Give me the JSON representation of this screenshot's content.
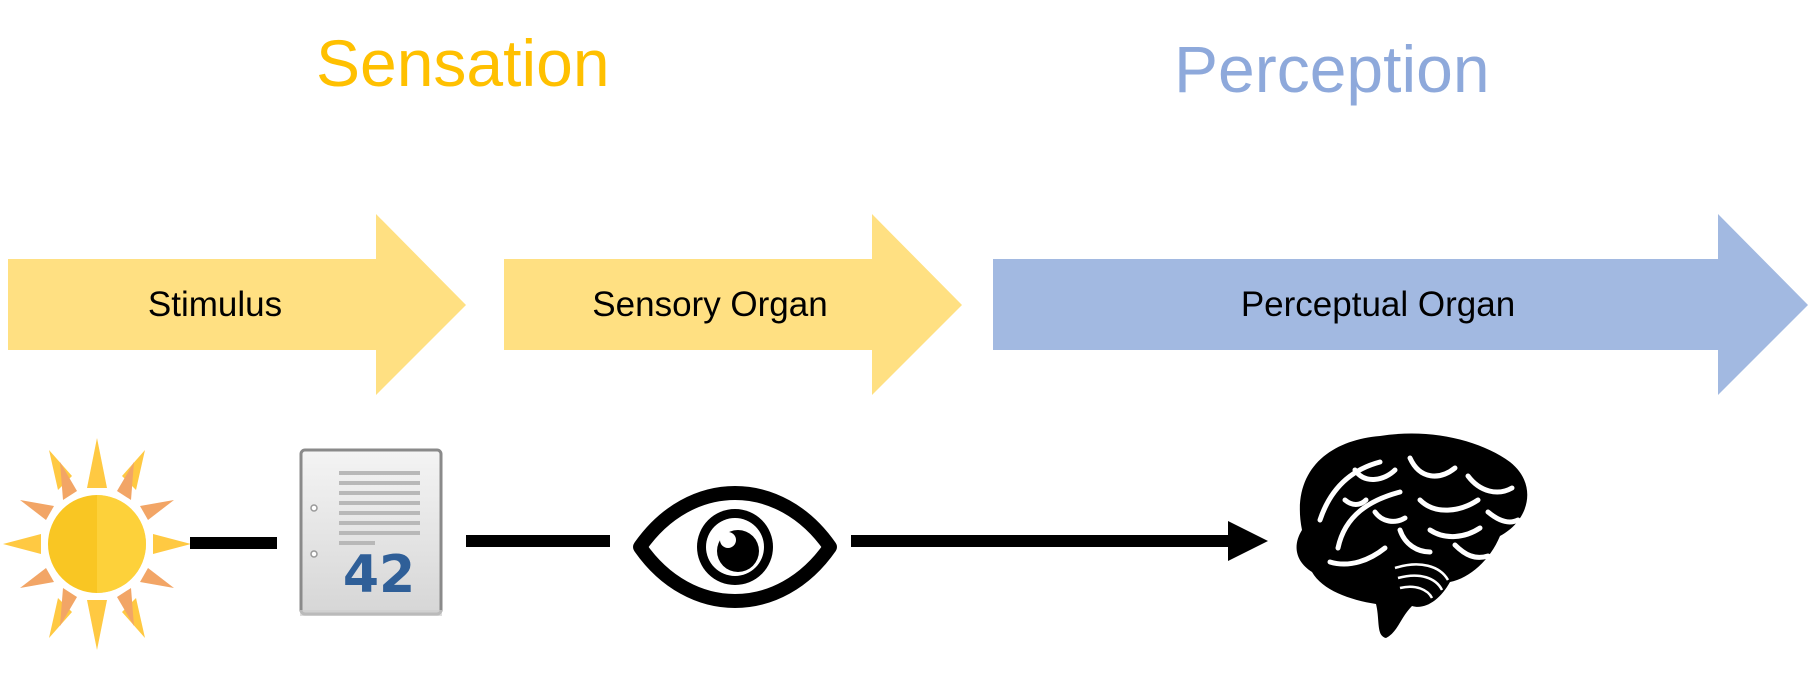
{
  "headings": {
    "sensation": "Sensation",
    "perception": "Perception"
  },
  "arrows": {
    "stimulus": "Stimulus",
    "sensory_organ": "Sensory Organ",
    "perceptual_organ": "Perceptual Organ"
  },
  "document_number": "42",
  "colors": {
    "sensation": "#FFC000",
    "perception": "#8EA9DB",
    "sensation_arrow": "#FFE082",
    "perception_arrow": "#A2B9E1",
    "sun_core": "#F9C623",
    "sun_ray_light": "#FFC942",
    "sun_ray_dark": "#F2A566",
    "document_number": "#2F5F98"
  },
  "icons": [
    "sun-icon",
    "document-icon",
    "eye-icon",
    "brain-icon"
  ]
}
